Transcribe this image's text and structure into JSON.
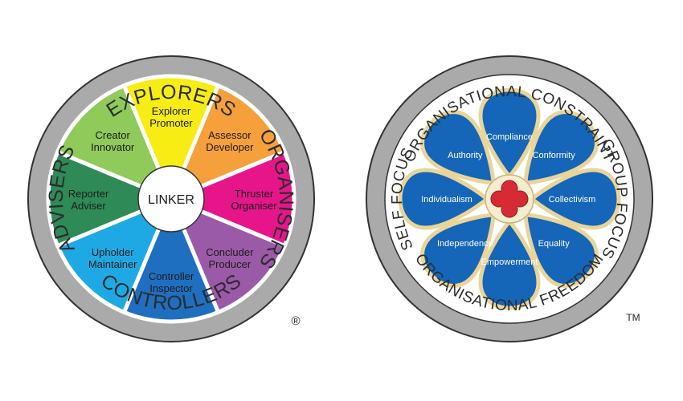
{
  "wheel": {
    "ring_labels": {
      "top": "EXPLORERS",
      "right": "ORGANISERS",
      "bottom": "CONTROLLERS",
      "left": "ADVISERS"
    },
    "center_label": "LINKER",
    "segments": [
      {
        "line1": "Explorer",
        "line2": "Promoter",
        "color": "#f7ec13"
      },
      {
        "line1": "Assessor",
        "line2": "Developer",
        "color": "#f6a03b"
      },
      {
        "line1": "Thruster",
        "line2": "Organiser",
        "color": "#e6168a"
      },
      {
        "line1": "Concluder",
        "line2": "Producer",
        "color": "#9b5aa8"
      },
      {
        "line1": "Controller",
        "line2": "Inspector",
        "color": "#1f6fc0"
      },
      {
        "line1": "Upholder",
        "line2": "Maintainer",
        "color": "#1fa9e4"
      },
      {
        "line1": "Reporter",
        "line2": "Adviser",
        "color": "#2e8b57"
      },
      {
        "line1": "Creator",
        "line2": "Innovator",
        "color": "#8fca5a"
      }
    ],
    "registered_mark": "®",
    "colors": {
      "ring": "#aaaaaa",
      "ring_border": "#333333",
      "hub": "#ffffff"
    }
  },
  "rose": {
    "ring_labels": {
      "top": "ORGANISATIONAL CONSTRAINT",
      "right": "GROUP FOCUS",
      "bottom": "ORGANISATIONAL FREEDOM",
      "left": "SELF FOCUS"
    },
    "petals": [
      "Compliance",
      "Conformity",
      "Collectivism",
      "Equality",
      "Empowerment",
      "Independence",
      "Individualism",
      "Authority"
    ],
    "trademark": "TM",
    "colors": {
      "petal": "#1565b8",
      "petal_border": "#e9d59a",
      "center": "#d62b35",
      "ring": "#aaaaaa",
      "inner_bg": "#ffffff"
    }
  }
}
